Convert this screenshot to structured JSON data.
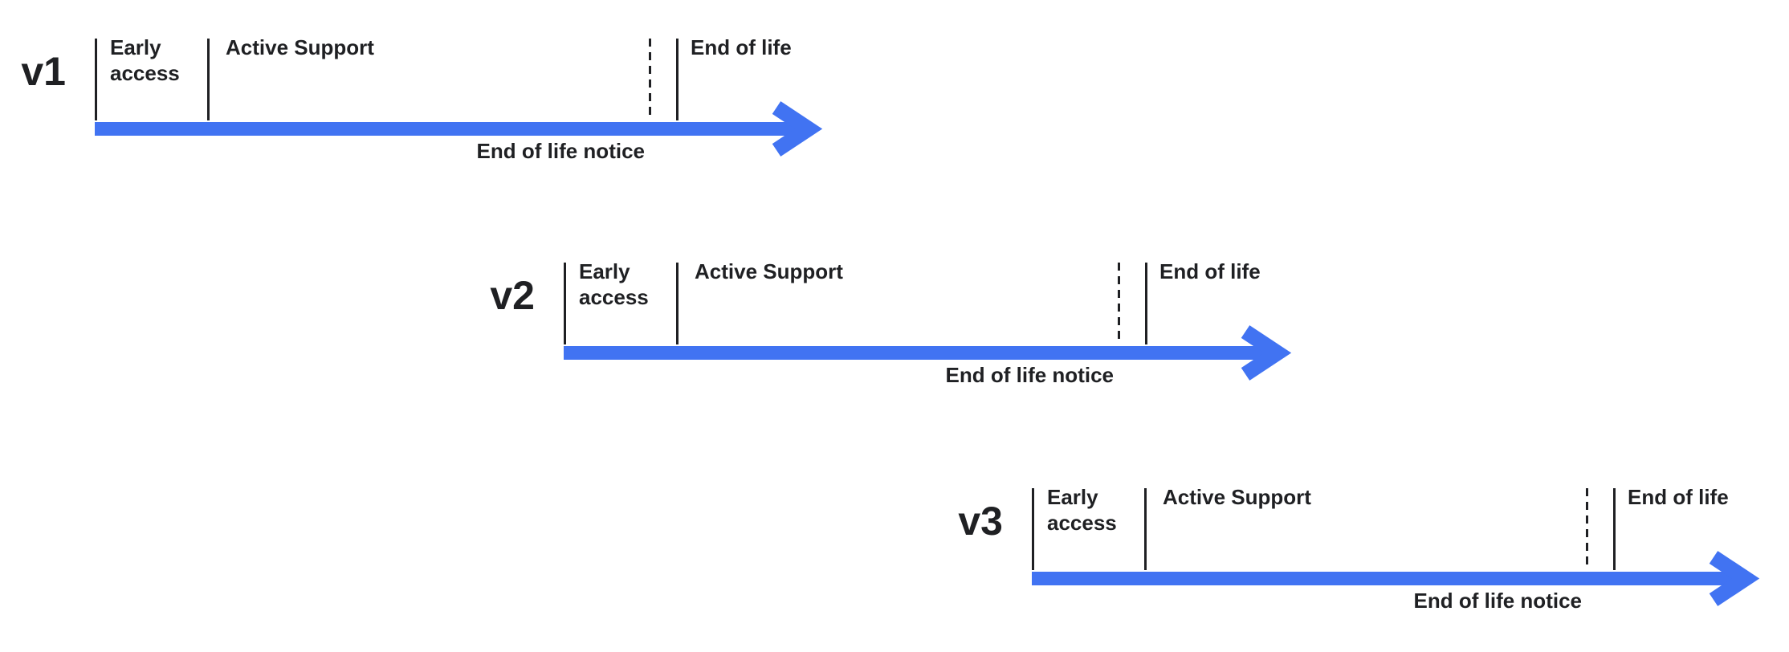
{
  "diagram": {
    "type": "version-lifecycle-timelines",
    "colors": {
      "arrow_blue": "#4173F2",
      "ink": "#1F2023",
      "background": "#FFFFFF"
    },
    "rows": [
      {
        "version": "v1",
        "early_access": "Early access",
        "active_support": "Active Support",
        "end_of_life": "End of life",
        "eol_notice": "End of life notice"
      },
      {
        "version": "v2",
        "early_access": "Early access",
        "active_support": "Active Support",
        "end_of_life": "End of life",
        "eol_notice": "End of life notice"
      },
      {
        "version": "v3",
        "early_access": "Early access",
        "active_support": "Active Support",
        "end_of_life": "End of life",
        "eol_notice": "End of life notice"
      }
    ]
  }
}
